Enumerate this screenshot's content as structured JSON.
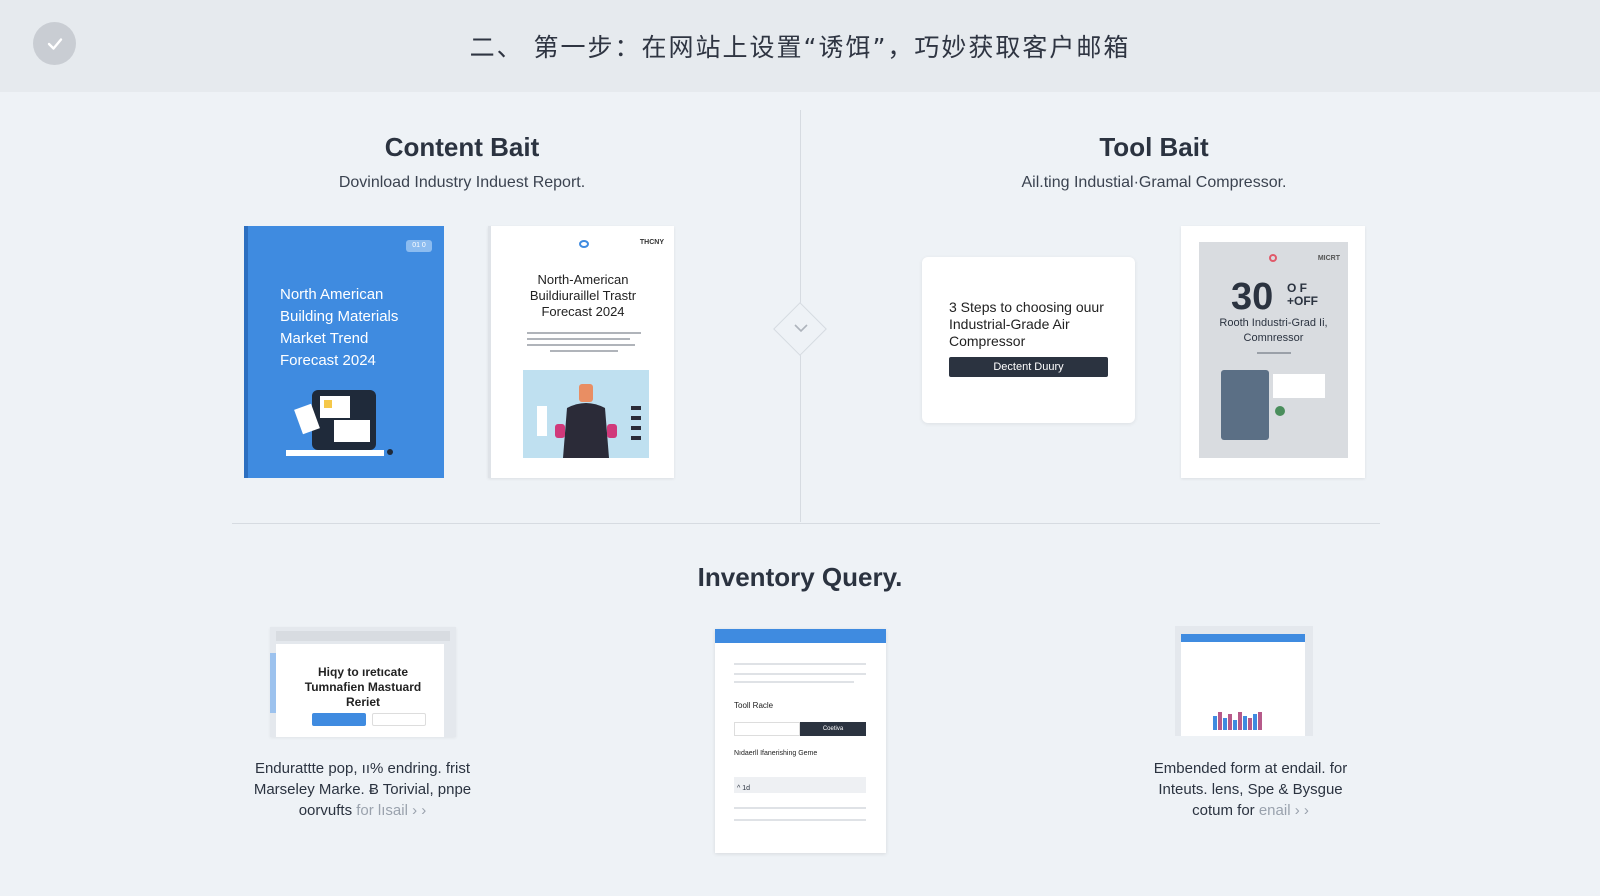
{
  "header": {
    "title": "二、 第一步：在网站上设置“诱饵”，巧妙获取客户邮箱"
  },
  "content_bait": {
    "title": "Content Bait",
    "subtitle": "Dovinload Industry Induest Report.",
    "cover_blue": {
      "badge": "01 0",
      "title": "North American Building Materials Market Trend Forecast 2024"
    },
    "cover_white": {
      "brand": "THCNY",
      "title": "North-American Buildiuraillel Trastr Forecast 2024"
    }
  },
  "tool_bait": {
    "title": "Tool Bait",
    "subtitle": "Ail.ting Industial·Gramal Compressor.",
    "card": {
      "title": "3 Steps to choosing ouur Industrial-Grade Air Compressor",
      "button": "Dectent Duury"
    },
    "poster": {
      "brand": "MICRT",
      "big_number": "30",
      "off_line1": "O F",
      "off_line2": "+OFF",
      "title": "Rooth Industri-Grad Ii, Comnressor"
    }
  },
  "inventory": {
    "title": "Inventory Query.",
    "shot1_title": "Hiqy to ıretıcate Tumnafien Mastuard Reriet",
    "shot2_label": "Tooll Racle",
    "shot2_tab": "Coetiva",
    "shot2_label2": "Nıdaerll Ifanerishing Geme",
    "shot2_field": "^ 1d",
    "left_caption_line1": "Endurattte pop, ıı% endring. frist",
    "left_caption_line2": "Marseley Marke. Ƀ Torivial, pnpe",
    "left_caption_line3a": "oorvufts",
    "left_caption_line3b": " for lısail",
    "right_caption_line1": "Embended form at endail. for",
    "right_caption_line2": "Inteuts. lens, Spe & Bysgue",
    "right_caption_line3a": "cotum for",
    "right_caption_line3b": " enail"
  }
}
